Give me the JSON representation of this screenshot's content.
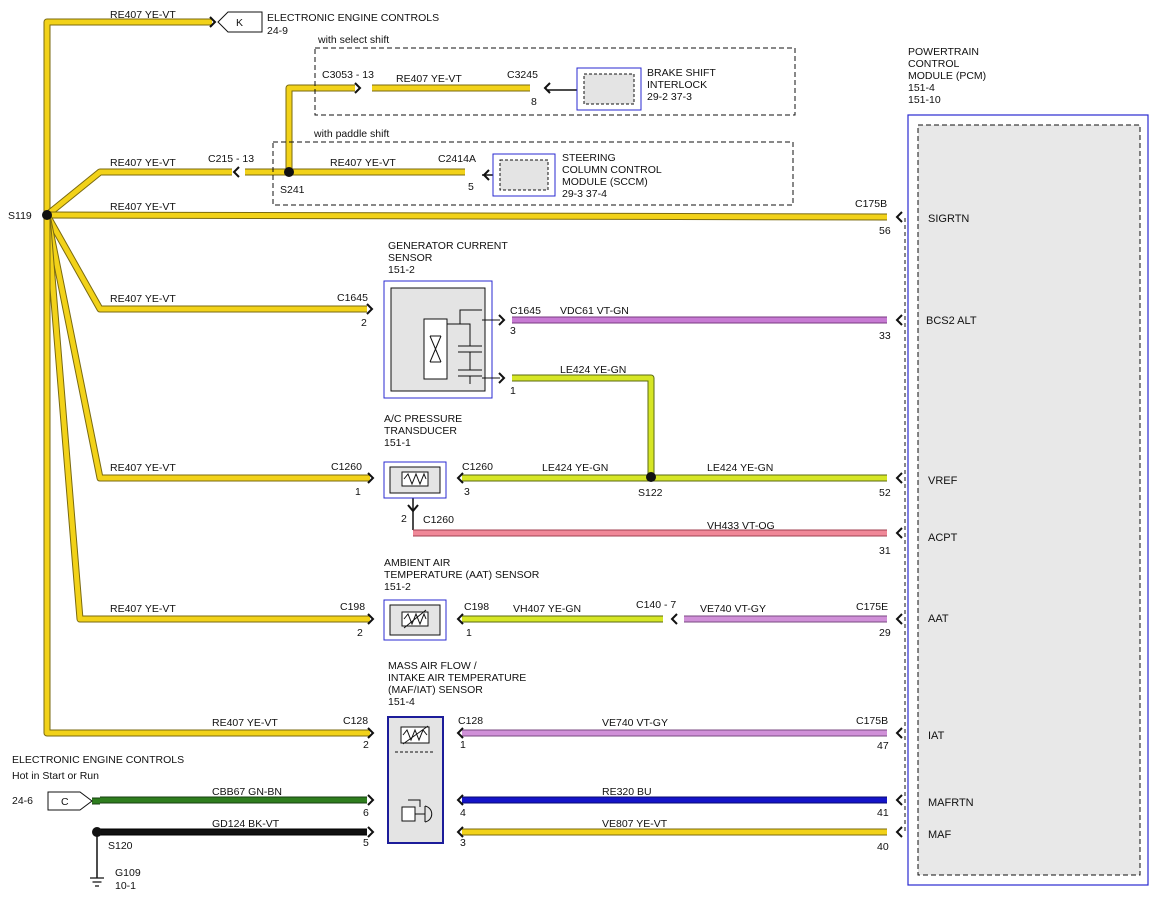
{
  "colors": {
    "ye_vt": "#f2d219",
    "ye_vt_edge": "#7a6a10",
    "ye_gn": "#d6e625",
    "ye_gn_edge": "#5b6a12",
    "vt_gn": "#c77ad3",
    "vt_og": "#f08898",
    "vt_gy": "#d090d8",
    "gn_bn": "#2e7d1e",
    "bu": "#1414c8",
    "bk_vt": "#111111",
    "module_border": "#2a2ad0",
    "component_fill": "#e4e4e4"
  },
  "modules": {
    "pcm": {
      "title_lines": [
        "POWERTRAIN",
        "CONTROL",
        "MODULE (PCM)",
        "151-4",
        "151-10"
      ]
    }
  },
  "references": {
    "eec_top": {
      "letter": "K",
      "title": "ELECTRONIC ENGINE CONTROLS",
      "page": "24-9"
    },
    "eec_bottom": {
      "letter": "C",
      "title": "ELECTRONIC ENGINE CONTROLS",
      "subtitle": "Hot in Start or Run",
      "page": "24-6"
    }
  },
  "option_boxes": {
    "select_shift": "with select shift",
    "paddle_shift": "with paddle shift"
  },
  "splices": {
    "s119": "S119",
    "s241": "S241",
    "s122": "S122",
    "s120": "S120"
  },
  "ground": {
    "id": "G109",
    "page": "10-1"
  },
  "components": {
    "brake_shift_interlock": {
      "lines": [
        "BRAKE SHIFT",
        "INTERLOCK",
        "29-2     37-3"
      ]
    },
    "sccm": {
      "lines": [
        "STEERING",
        "COLUMN CONTROL",
        "MODULE (SCCM)",
        "29-3     37-4"
      ]
    },
    "gcs": {
      "lines": [
        "GENERATOR CURRENT",
        "SENSOR",
        "151-2"
      ]
    },
    "ac_pressure": {
      "lines": [
        "A/C PRESSURE",
        "TRANSDUCER",
        "151-1"
      ]
    },
    "aat": {
      "lines": [
        "AMBIENT AIR",
        "TEMPERATURE (AAT) SENSOR",
        "151-2"
      ]
    },
    "maf": {
      "lines": [
        "MASS AIR FLOW /",
        "INTAKE AIR TEMPERATURE",
        "(MAF/IAT) SENSOR",
        "151-4"
      ]
    }
  },
  "wire_labels": {
    "w_k": "RE407     YE-VT",
    "w_c3053": "RE407     YE-VT",
    "w_c215": "RE407     YE-VT",
    "w_c2414": "RE407     YE-VT",
    "w_sigrtn_left": "RE407     YE-VT",
    "w_gcs_left": "RE407     YE-VT",
    "w_bcs2": "VDC61     VT-GN",
    "w_le424_top": "LE424     YE-GN",
    "w_ac_left": "RE407     YE-VT",
    "w_le424_mid": "LE424     YE-GN",
    "w_le424_right": "LE424     YE-GN",
    "w_vh433": "VH433     VT-OG",
    "w_aat_left": "RE407     YE-VT",
    "w_vh407": "VH407     YE-GN",
    "w_ve740_aat": "VE740     VT-GY",
    "w_iat_left": "RE407     YE-VT",
    "w_ve740_iat": "VE740     VT-GY",
    "w_cbb67": "CBB67     GN-BN",
    "w_re320": "RE320     BU",
    "w_gd124": "GD124     BK-VT",
    "w_ve807": "VE807     YE-VT"
  },
  "connectors": {
    "c3053": "C3053 - 13",
    "c3245": "C3245",
    "c3245_pin": "8",
    "c215": "C215 - 13",
    "c2414a": "C2414A",
    "c2414a_pin": "5",
    "c175b_sig": "C175B",
    "pin_56": "56",
    "c1645_l": "C1645",
    "c1645_l_pin": "2",
    "c1645_r": "C1645",
    "c1645_r_pin3": "3",
    "c1645_r_pin1": "1",
    "pin_33": "33",
    "c1260_l": "C1260",
    "c1260_l_pin": "1",
    "c1260_r": "C1260",
    "c1260_r_pin": "3",
    "c1260_b": "C1260",
    "c1260_b_pin": "2",
    "pin_52": "52",
    "pin_31": "31",
    "c198_l": "C198",
    "c198_l_pin": "2",
    "c198_r": "C198",
    "c198_r_pin": "1",
    "c140": "C140 - 7",
    "c175e": "C175E",
    "pin_29": "29",
    "c128_l": "C128",
    "c128_l_pin2": "2",
    "c128_l_pin6": "6",
    "c128_l_pin5": "5",
    "c128_r": "C128",
    "c128_r_pin1": "1",
    "c128_r_pin4": "4",
    "c128_r_pin3": "3",
    "c175b_iat": "C175B",
    "pin_47": "47",
    "pin_41": "41",
    "pin_40": "40"
  },
  "pcm_pins": {
    "sigrtn": "SIGRTN",
    "bcs2": "BCS2 ALT",
    "vref": "VREF",
    "acpt": "ACPT",
    "aat": "AAT",
    "iat": "IAT",
    "mafrtn": "MAFRTN",
    "maf": "MAF"
  }
}
